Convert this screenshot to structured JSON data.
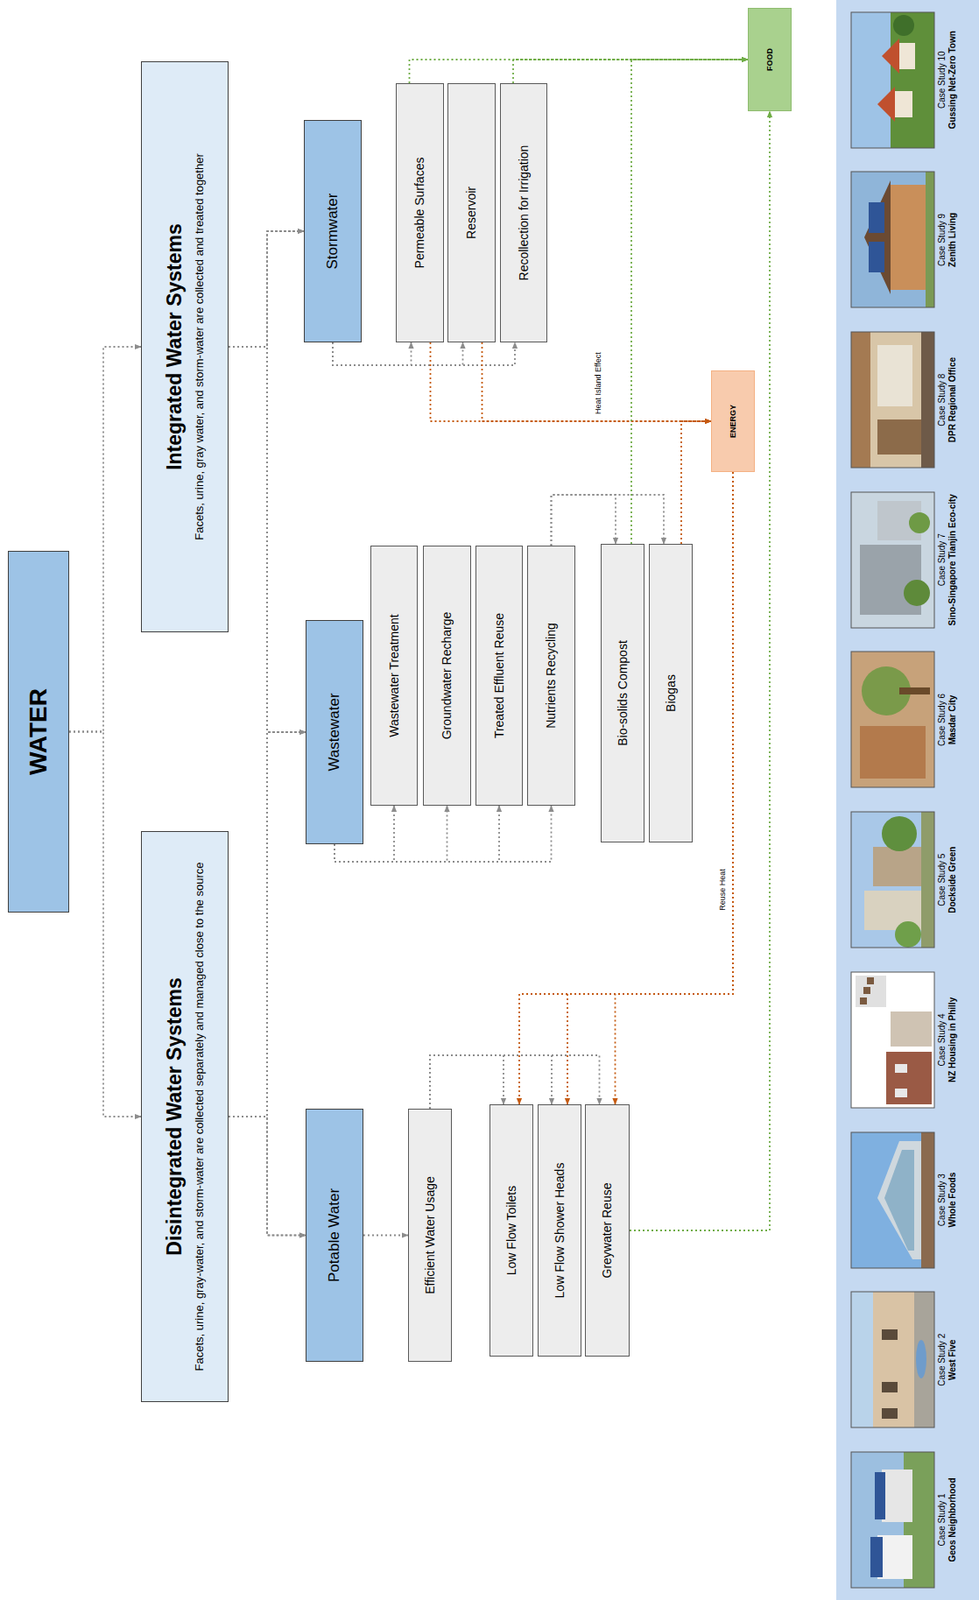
{
  "diagram": {
    "nodes": [
      {
        "text": [
          "WATER"
        ]
      },
      {
        "text": [
          "Disintegrated Water Systems",
          "Facets, urine, gray-water, and storm-water are collected separately and managed close to the source"
        ]
      },
      {
        "text": [
          "Integrated Water Systems",
          "Facets, urine, gray water, and storm-water are collected and treated together"
        ]
      },
      {
        "text": [
          "Potable Water"
        ]
      },
      {
        "text": [
          "Wastewater"
        ]
      },
      {
        "text": [
          "Stormwater"
        ]
      },
      {
        "text": [
          "Efficient Water Usage"
        ]
      },
      {
        "text": [
          "Low Flow Toilets"
        ]
      },
      {
        "text": [
          "Low Flow Shower Heads"
        ]
      },
      {
        "text": [
          "Greywater Reuse"
        ]
      },
      {
        "text": [
          "Wastewater Treatment"
        ]
      },
      {
        "text": [
          "Groundwater Recharge"
        ]
      },
      {
        "text": [
          "Treated Effluent Reuse"
        ]
      },
      {
        "text": [
          "Nutrients Recycling"
        ]
      },
      {
        "text": [
          "Bio-solids Compost"
        ]
      },
      {
        "text": [
          "Biogas"
        ]
      },
      {
        "text": [
          "Permeable Surfaces"
        ]
      },
      {
        "text": [
          "Reservoir"
        ]
      },
      {
        "text": [
          "Recollection for Irrigation"
        ]
      },
      {
        "text": [
          "ENERGY"
        ]
      },
      {
        "text": [
          "FOOD"
        ]
      }
    ],
    "edges": [
      {
        "from": 0,
        "to": 1,
        "arrow": "to"
      },
      {
        "from": 0,
        "to": 2,
        "arrow": "to"
      },
      {
        "from": 1,
        "to": 3,
        "arrow": "to"
      },
      {
        "from": 1,
        "to": 4,
        "arrow": "to"
      },
      {
        "from": 1,
        "to": 5,
        "arrow": "to"
      },
      {
        "from": 2,
        "to": 3,
        "arrow": "to"
      },
      {
        "from": 2,
        "to": 4,
        "arrow": "to"
      },
      {
        "from": 2,
        "to": 5,
        "arrow": "to"
      },
      {
        "from": 3,
        "to": 6,
        "arrow": "to"
      },
      {
        "from": 6,
        "to": 7,
        "arrow": "to"
      },
      {
        "from": 6,
        "to": 8,
        "arrow": "to"
      },
      {
        "from": 6,
        "to": 9,
        "arrow": "to"
      },
      {
        "from": 4,
        "to": 10,
        "arrow": "to"
      },
      {
        "from": 4,
        "to": 11,
        "arrow": "to"
      },
      {
        "from": 4,
        "to": 12,
        "arrow": "to"
      },
      {
        "from": 4,
        "to": 13,
        "arrow": "to"
      },
      {
        "from": 5,
        "to": 16,
        "arrow": "to"
      },
      {
        "from": 5,
        "to": 17,
        "arrow": "to"
      },
      {
        "from": 5,
        "to": 18,
        "arrow": "to"
      },
      {
        "from": 13,
        "to": 14,
        "arrow": "to"
      },
      {
        "from": 13,
        "to": 15,
        "arrow": "to"
      },
      {
        "from": 16,
        "to": 19,
        "label": "Heat Island Effect",
        "arrow": "to"
      },
      {
        "from": 17,
        "to": 19,
        "arrow": "to"
      },
      {
        "from": 15,
        "to": 19,
        "arrow": "to"
      },
      {
        "from": 19,
        "to": 7,
        "label": "Reuse Heat",
        "arrow": "to"
      },
      {
        "from": 19,
        "to": 8,
        "arrow": "to"
      },
      {
        "from": 19,
        "to": 9,
        "arrow": "to"
      },
      {
        "from": 16,
        "to": 20,
        "arrow": "to"
      },
      {
        "from": 18,
        "to": 20,
        "arrow": "to"
      },
      {
        "from": 14,
        "to": 20,
        "arrow": "to"
      },
      {
        "from": 9,
        "to": 20,
        "arrow": "to"
      }
    ],
    "labels": [
      "Case Study 1",
      "Geos Neighborhood",
      "Case Study 2",
      "West Five",
      "Case Study 3",
      "Whole Foods",
      "Case Study 4",
      "NZ Housing in Philly",
      "Case Study 5",
      "Dockside Green",
      "Case Study 6",
      "Masdar City",
      "Case Study 7",
      "Sino-Singapore Tianjin Eco-city",
      "Case Study 8",
      "DPR Regional Office",
      "Case Study 9",
      "Zenith Living",
      "Case Study 10",
      "Gussing Net-Zero Town"
    ]
  }
}
